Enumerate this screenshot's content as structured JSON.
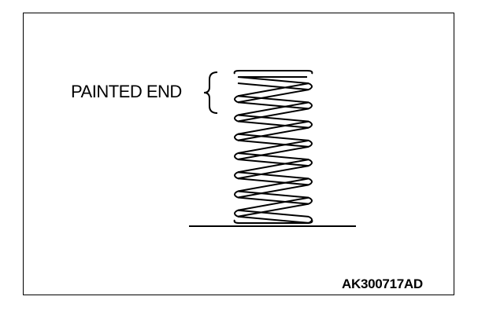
{
  "labels": {
    "painted_end": "PAINTED END",
    "figure_code": "AK300717AD"
  },
  "spring": {
    "coil_count": 8,
    "painted_coil_count": 2
  }
}
